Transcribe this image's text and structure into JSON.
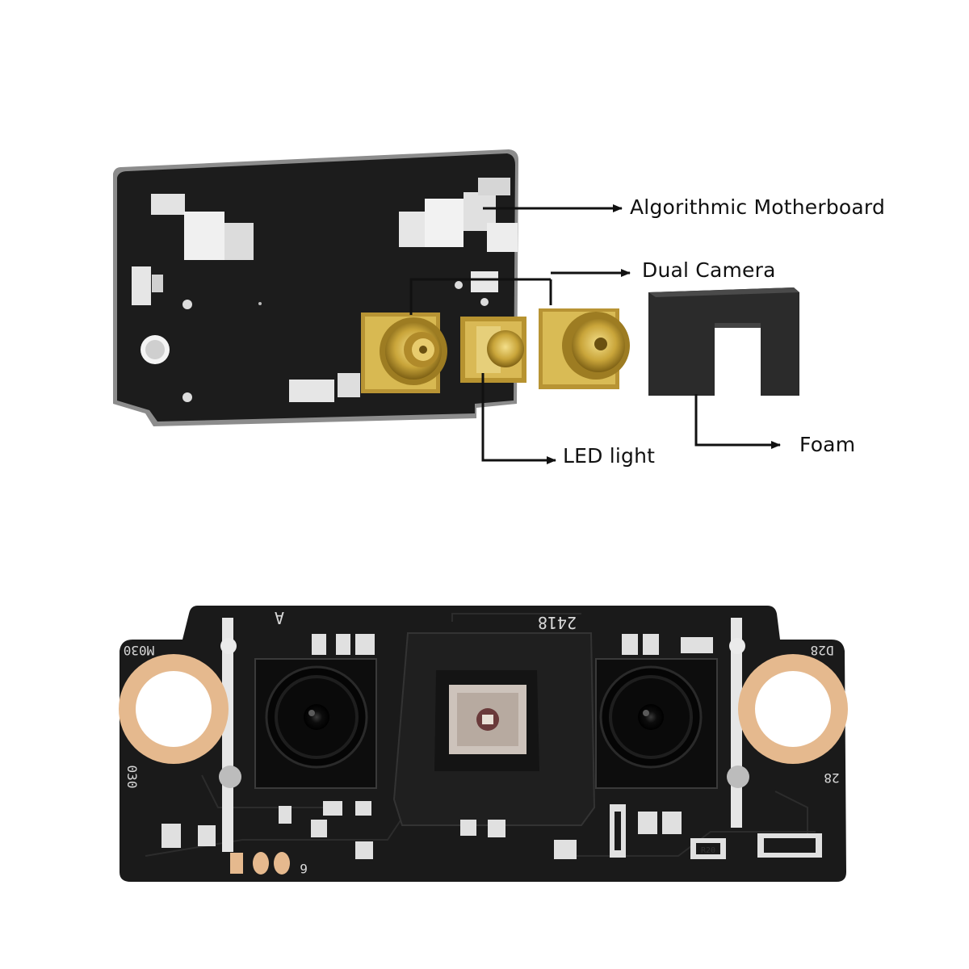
{
  "labels": {
    "motherboard": "Algorithmic Motherboard",
    "dual_camera": "Dual Camera",
    "led_light": "LED light",
    "foam": "Foam"
  },
  "silkscreen": {
    "left_top": "M030",
    "left_side": "030",
    "right_top": "D28",
    "right_side": "28",
    "letter_a": "A",
    "date_code": "2418",
    "pin_one": "6",
    "resistor": "R20"
  },
  "colors": {
    "board": "#1b1b1b",
    "gold": "#c9a53a",
    "copper_ring": "#e5b98e",
    "foam": "#2a2a2a",
    "arrow": "#111111"
  }
}
